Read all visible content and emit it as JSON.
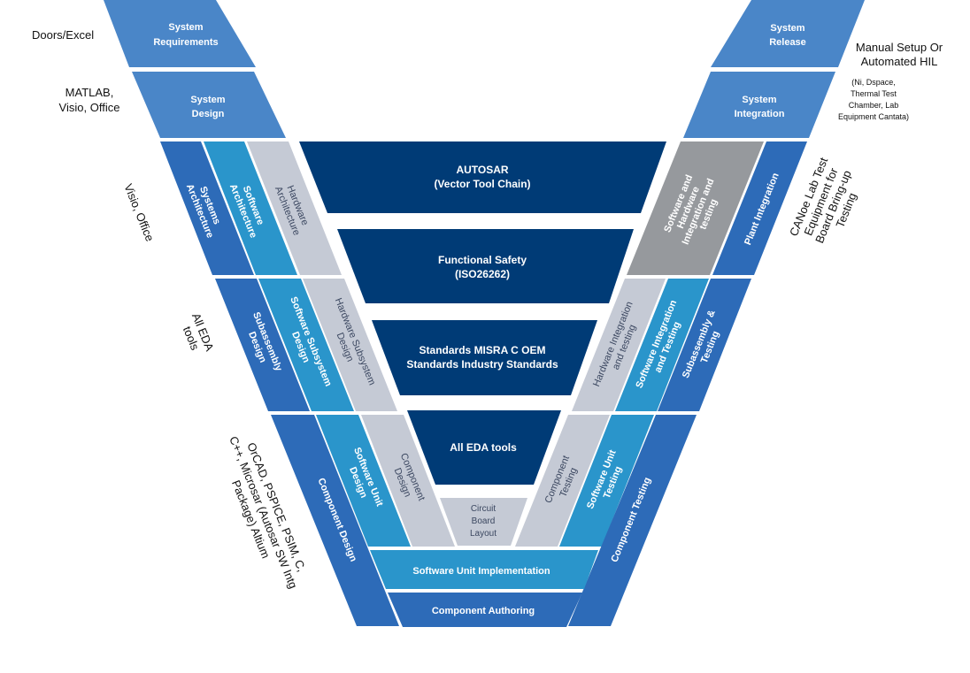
{
  "colors": {
    "blue_light": "#4a86c8",
    "blue_mid": "#2d6bb8",
    "cyan": "#2a95cb",
    "grey": "#c5cad5",
    "grey_dark": "#96999d",
    "navy": "#003b76",
    "navy_text": "#3b4760"
  },
  "left_top": {
    "system_requirements": "System Requirements",
    "system_design": "System Design"
  },
  "right_top": {
    "system_release": "System Release",
    "system_integration": "System Integration"
  },
  "center": {
    "autosar_1": "AUTOSAR",
    "autosar_2": "(Vector Tool Chain)",
    "fs_1": "Functional Safety",
    "fs_2": "(ISO26262)",
    "std_1": "Standards MISRA C OEM",
    "std_2": "Standards Industry Standards",
    "eda": "All EDA tools",
    "circuit_1": "Circuit",
    "circuit_2": "Board",
    "circuit_3": "Layout"
  },
  "left_row1": {
    "systems_architecture_1": "Systems",
    "systems_architecture_2": "Architecture",
    "software_architecture_1": "Software",
    "software_architecture_2": "Architecture",
    "hardware_architecture_1": "Hardware",
    "hardware_architecture_2": "Architecture"
  },
  "left_row2": {
    "subassembly_design_1": "Subassembly",
    "subassembly_design_2": "Design",
    "software_subsystem_design_1": "Software Subsystem",
    "software_subsystem_design_2": "Design",
    "hardware_subsystem_design_1": "Hardware Subsystem",
    "hardware_subsystem_design_2": "Design"
  },
  "left_row3": {
    "component_design": "Component Design",
    "software_unit_design_1": "Software Unit",
    "software_unit_design_2": "Design",
    "component_design_grey_1": "Component",
    "component_design_grey_2": "Design"
  },
  "right_row1": {
    "sw_hw_integration_1": "Software and",
    "sw_hw_integration_2": "Hardware",
    "sw_hw_integration_3": "Integration and",
    "sw_hw_integration_4": "testing",
    "plant_integration": "Plant Integration"
  },
  "right_row2": {
    "hardware_integration_1": "Hardware Integration",
    "hardware_integration_2": "and testing",
    "software_integration_1": "Software Integration",
    "software_integration_2": "and Testing",
    "subassembly_testing_1": "Subassembly &",
    "subassembly_testing_2": "Testing"
  },
  "right_row3": {
    "component_testing_grey_1": "Component",
    "component_testing_grey_2": "Testing",
    "software_unit_testing_1": "Software Unit",
    "software_unit_testing_2": "Testing",
    "component_testing": "Component Testing"
  },
  "bottom": {
    "software_unit_implementation": "Software Unit Implementation",
    "component_authoring": "Component Authoring"
  },
  "annotations": {
    "doors_excel": "Doors/Excel",
    "matlab_1": "MATLAB,",
    "matlab_2": "Visio, Office",
    "visio_office": "Visio, Office",
    "all_eda_1": "All EDA",
    "all_eda_2": "tools",
    "orcad_1": "OrCAD, PSPICE, PSIM, C,",
    "orcad_2": "C++, Microsar (Autosar SW Intg",
    "orcad_3": "Package) Altium",
    "manual_1": "Manual Setup Or",
    "manual_2": "Automated HIL",
    "ni_1": "(Ni, Dspace,",
    "ni_2": "Thermal Test",
    "ni_3": "Chamber, Lab",
    "ni_4": "Equipment Cantata)",
    "canoe_1": "CANoe Lab Test",
    "canoe_2": "Equipment for",
    "canoe_3": "Board Bring-up",
    "canoe_4": "Testing"
  }
}
